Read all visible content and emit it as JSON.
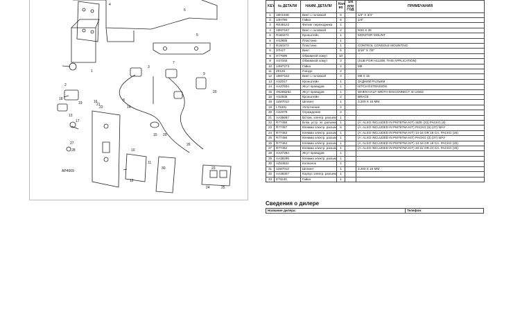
{
  "diagram": {
    "id": "AP4669",
    "callouts": [
      "1",
      "2",
      "3",
      "4",
      "5",
      "6",
      "7",
      "8",
      "9",
      "10",
      "11",
      "12",
      "13",
      "14",
      "15",
      "16",
      "17",
      "18",
      "19",
      "20",
      "21",
      "22",
      "23",
      "24",
      "25",
      "26",
      "27",
      "28",
      "29",
      "30"
    ]
  },
  "table": {
    "headers": [
      "KEY",
      "№ ДЕТАЛИ",
      "НАИМ. ДЕТАЛИ",
      "Кол-во",
      "SN или ГОД",
      "ПРИМЕЧАНИЯ"
    ],
    "rows": [
      [
        "1",
        "19H1948",
        "Винт с головкой",
        "5",
        "",
        "1/4\" X 3/4\""
      ],
      [
        "2",
        "14H786",
        "Гайка",
        "5",
        "",
        "1/4\""
      ],
      [
        "3",
        "RE38122",
        "Фитинг переходника",
        "1",
        "",
        ""
      ],
      [
        "4",
        "19M7167",
        "Винт с головкой",
        "2",
        "",
        "M10 X 35"
      ],
      [
        "5",
        "R160274",
        "Кронштейн",
        "1",
        "",
        "MONITOR MOUNT"
      ],
      [
        "6",
        "AS3855",
        "Пластина",
        "1",
        "",
        ""
      ],
      [
        "7",
        "R160273",
        "Пластина",
        "1",
        "",
        "CONTROL CONSOLE MOUNTING"
      ],
      [
        "8",
        "37H27",
        "Винт",
        "5",
        "",
        "3/16\" X 7/8\""
      ],
      [
        "9",
        "H77699",
        "Обжимной хомут",
        "10",
        "",
        ""
      ],
      [
        "9",
        "AS7340",
        "Обжимной хомут",
        "2",
        "",
        "(SUB FOR H11208, THIS APPLICATION)"
      ],
      [
        "10",
        "14M7273",
        "Гайка",
        "4",
        "",
        "M8"
      ],
      [
        "11",
        "Z0126",
        "Гнездо",
        "2",
        "",
        ""
      ],
      [
        "12",
        "19M7162",
        "Винт с головкой",
        "4",
        "",
        "M8 X 16"
      ],
      [
        "13",
        "AS2017",
        "Кронштейн",
        "1",
        "",
        "ЗАДНИЙ РАЗЪЕМ"
      ],
      [
        "14",
        "AA37634",
        "Жгут проводов",
        "1",
        "",
        "HITCH EXTENSION"
      ],
      [
        "15",
        "AN285262",
        "Жгут проводов",
        "1",
        "",
        "WHEN HALF-WIDTH DISCONNECT IS USED"
      ],
      [
        "16",
        "AS2935",
        "Кронштейн",
        "2",
        "",
        "BRACE"
      ],
      [
        "18",
        "11M7013",
        "Шплинт",
        "1",
        "",
        "3.200 X 16 MM"
      ],
      [
        "19",
        "L76331",
        "Уплотнение",
        "2",
        "",
        ""
      ],
      [
        "20",
        "AS2076",
        "Ограждение",
        "2",
        "",
        ""
      ],
      [
        "21",
        "AA35687",
        "Вспом. электр. разъем",
        "1",
        "",
        ""
      ],
      [
        "22",
        "R77458",
        "Блок. устр. эл. разъема",
        "1",
        "",
        "(A: ALSO INCLUDED IN PM797NA KIT) SIZE (23) PACKG (6)"
      ],
      [
        "23",
        "R77457",
        "Клемма электр. разъема",
        "5",
        "",
        "(A: ALSO INCLUDED IN PM797NA KIT) PACKG (5) (37) WAY"
      ],
      [
        "24",
        "R77463",
        "Клемма электр. разъема",
        "1",
        "",
        "(A: ALSO INCLUDED IN PM797NA KIT) 14-16 OR 18 GA. PACKG (25)"
      ],
      [
        "25",
        "R77456",
        "Клемма электр. разъема",
        "1",
        "",
        "(A: ALSO INCLUDED IN PM797NA KIT) PACKG (3) (37) WAY"
      ],
      [
        "26",
        "R77464",
        "Клемма электр. разъема",
        "1",
        "",
        "(A: ALSO INCLUDED IN PM797NA KIT) 14-16 OR 18 GA. PACKG (25)"
      ],
      [
        "27",
        "R77462",
        "Клемма электр. разъема",
        "1",
        "",
        "(A: ALSO INCLUDED IN PM797NA KIT) 20-22 OR 24 GA. PACKG (25)"
      ],
      [
        "28",
        "AA37284",
        "Жгут проводов",
        "1",
        "",
        ""
      ],
      [
        "29",
        "AA38295",
        "Клемма электр. разъема",
        "1",
        "",
        ""
      ],
      [
        "30",
        "AZ44622",
        "Колпачок",
        "1",
        "",
        ""
      ],
      [
        "31",
        "11M7013",
        "Шплинт",
        "1",
        "",
        "3.200 X 16 MM"
      ],
      [
        "32",
        "AA38307",
        "Корпус электр. разъема",
        "1",
        "",
        ""
      ],
      [
        "33",
        "E73240",
        "Гайка",
        "1",
        "",
        ""
      ]
    ]
  },
  "dealer": {
    "title": "Сведения о дилере",
    "name_label": "Название дилера:",
    "phone_label": "Телефон:"
  }
}
